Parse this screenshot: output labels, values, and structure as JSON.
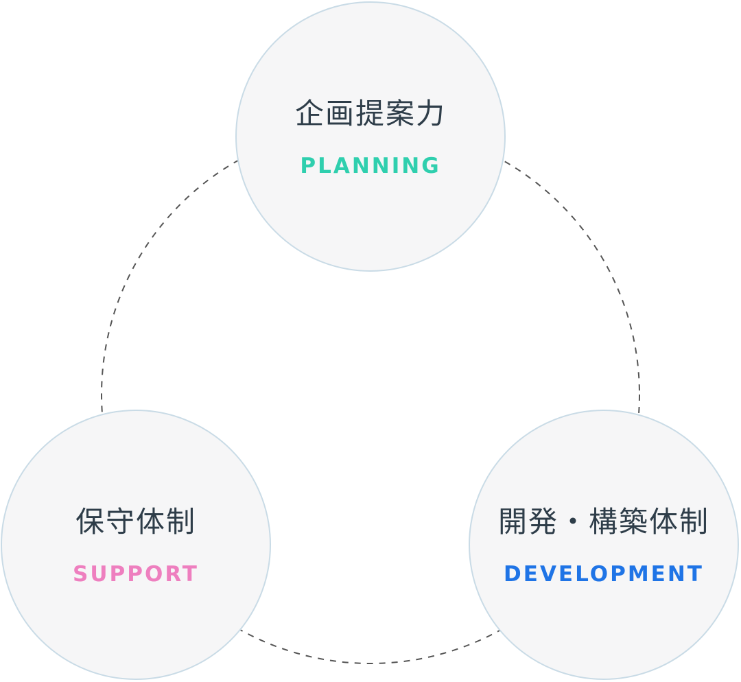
{
  "nodes": {
    "planning": {
      "title": "企画提案力",
      "subtitle": "PLANNING",
      "subtitle_color": "#2fcfae"
    },
    "support": {
      "title": "保守体制",
      "subtitle": "SUPPORT",
      "subtitle_color": "#ee7fbf"
    },
    "development": {
      "title": "開発・構築体制",
      "subtitle": "DEVELOPMENT",
      "subtitle_color": "#1f74e6"
    }
  },
  "colors": {
    "node_fill": "#f6f6f7",
    "node_border": "#c9dbe6",
    "connector": "#555555",
    "title_text": "#2e3d49"
  }
}
